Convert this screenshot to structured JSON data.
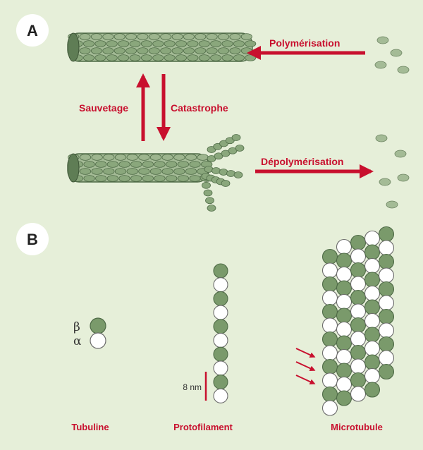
{
  "panel_a": {
    "badge": "A",
    "polymerisation": "Polymérisation",
    "sauvetage": "Sauvetage",
    "catastrophe": "Catastrophe",
    "depolymerisation": "Dépolymérisation"
  },
  "panel_b": {
    "badge": "B",
    "beta": "β",
    "alpha": "α",
    "scale": "8 nm",
    "tubuline": "Tubuline",
    "protofilament": "Protofilament",
    "microtubule": "Microtubule"
  },
  "colors": {
    "background": "#e6efd9",
    "green": "#7a9a6b",
    "dark_green": "#4f6b47",
    "white": "#ffffff",
    "red": "#c8102e"
  }
}
